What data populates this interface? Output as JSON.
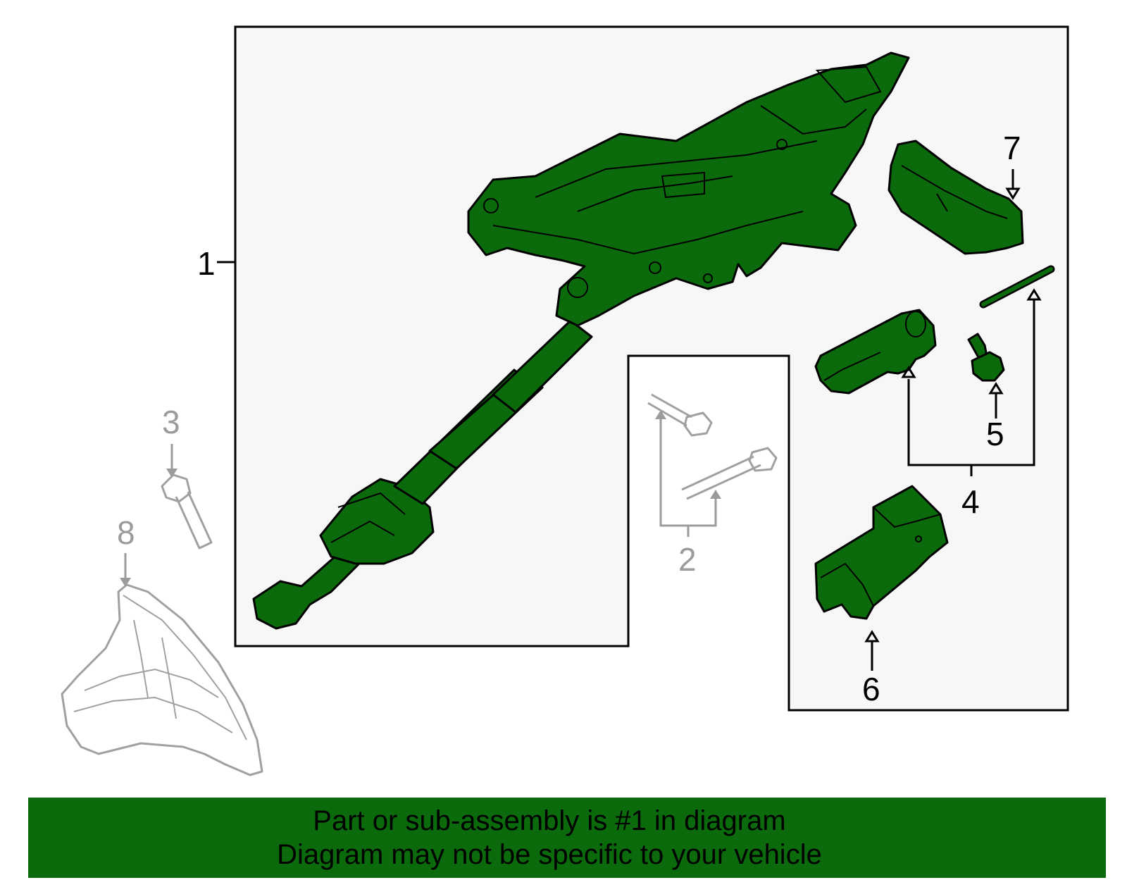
{
  "diagram": {
    "callouts": {
      "c1": "1",
      "c2": "2",
      "c3": "3",
      "c4": "4",
      "c5": "5",
      "c6": "6",
      "c7": "7",
      "c8": "8"
    },
    "colors": {
      "highlight": "#0b6a0b",
      "ghost": "#a0a0a0",
      "outline": "#000000",
      "panel": "#f7f7f7"
    }
  },
  "footer": {
    "line1": "Part or sub-assembly is #1 in diagram",
    "line2": "Diagram may not be specific to your vehicle",
    "background": "#0b6a0b"
  }
}
